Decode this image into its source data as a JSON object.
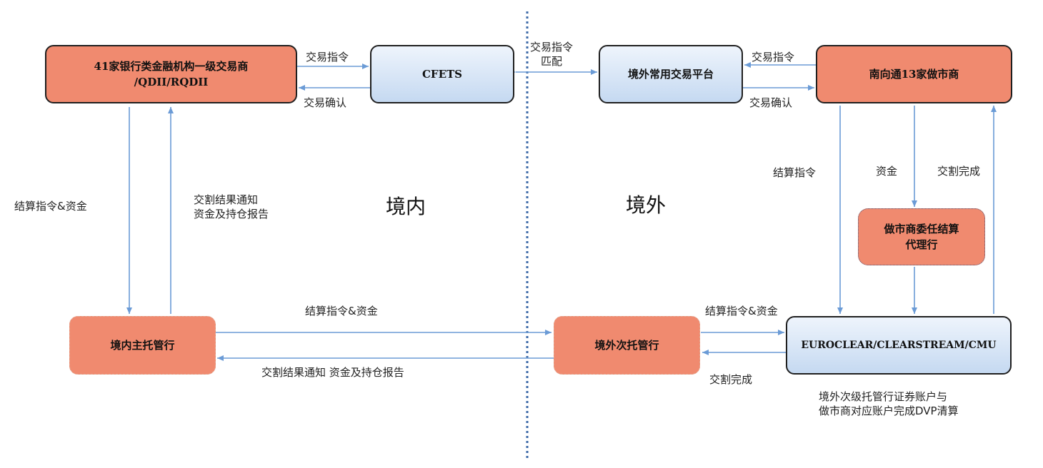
{
  "nodes": {
    "banks": "41家银行类金融机构一级交易商\n/QDII/RQDII",
    "cfets": "CFETS",
    "overseas_platform": "境外常用交易平台",
    "market_makers": "南向通13家做市商",
    "domestic_custodian": "境内主托管行",
    "overseas_subcustodian": "境外次托管行",
    "settlement_agent": "做市商委任结算\n代理行",
    "csd": "EUROCLEAR/CLEARSTREAM/CMU"
  },
  "labels": {
    "bank_to_cfets": "交易指令",
    "cfets_to_bank": "交易确认",
    "cfets_platform": "交易指令\n匹配",
    "mm_to_platform": "交易指令",
    "platform_to_mm": "交易确认",
    "bank_down": "结算指令&资金",
    "custodian_up": "交割结果通知\n资金及持仓报告",
    "domestic_region": "境内",
    "overseas_region": "境外",
    "mm_settlement": "结算指令",
    "mm_funds": "资金",
    "delivery_done_right": "交割完成",
    "custodian_to_sub": "结算指令&资金",
    "sub_to_custodian": "交割结果通知  资金及持仓报告",
    "sub_to_csd": "结算指令&资金",
    "csd_to_sub": "交割完成",
    "dvp_note": "境外次级托管行证券账户与\n做市商对应账户完成DVP清算"
  },
  "colors": {
    "orange": "#f08a6f",
    "blue_top": "#eef4fc",
    "blue_bottom": "#c5d9f1",
    "arrow": "#6b9bd6",
    "divider": "#3d6aa8"
  }
}
